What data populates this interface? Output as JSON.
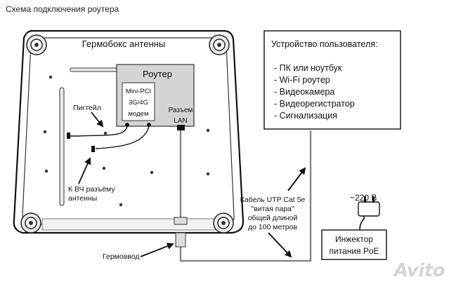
{
  "title": "Схема подключения роутера",
  "enclosure": {
    "label": "Гермобокс антенны"
  },
  "router": {
    "label": "Роутер",
    "modem": [
      "Mini-PCI",
      "3G/4G",
      "модем"
    ],
    "lan": [
      "Разъем",
      "LAN"
    ]
  },
  "labels": {
    "pigtail": "Пигтейл",
    "rf_connector": [
      "К ВЧ разъёму",
      "антенны"
    ],
    "gland": "Гермоввод",
    "cable": [
      "Кабель UTP Cat 5e",
      "\"витая пара\"",
      "общей длиной",
      "до 100 метров"
    ],
    "power": "~220 В"
  },
  "user_devices": {
    "title": "Устройство пользователя:",
    "items": [
      "- ПК или ноутбук",
      "- Wi-Fi роутер",
      "- Видеокамера",
      "- Видеорегистратор",
      "- Сигнализация"
    ]
  },
  "injector": {
    "label": [
      "Инжектор",
      "питания PoE"
    ]
  },
  "watermark": "Avito"
}
